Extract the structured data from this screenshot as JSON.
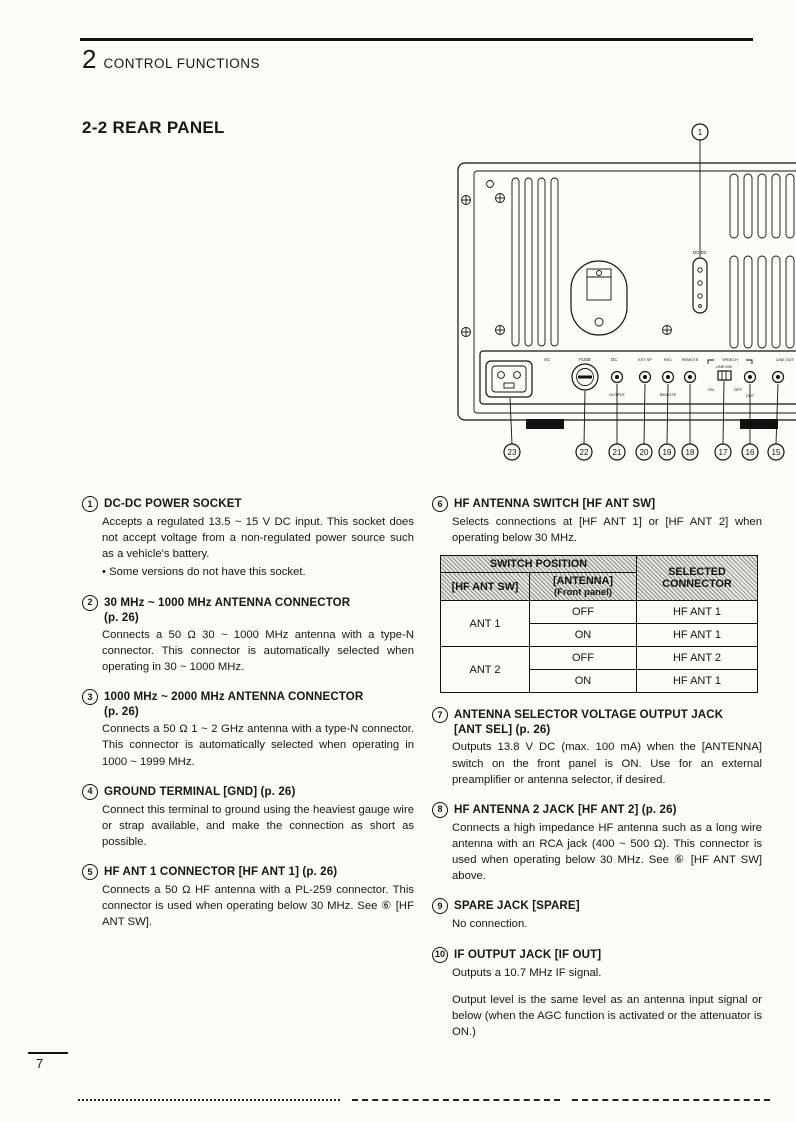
{
  "page": {
    "chapter_number": "2",
    "chapter_title": "CONTROL FUNCTIONS",
    "section_title": "2-2 REAR PANEL",
    "page_number": "7"
  },
  "diagram": {
    "top_callout": "1",
    "bottom_callouts": [
      "23",
      "22",
      "21",
      "20",
      "19",
      "18",
      "17",
      "16",
      "15"
    ],
    "labels": {
      "dc_dc": "DC DC",
      "ac": "AC",
      "fuse": "FUSE",
      "dc": "DC",
      "output": "OUTPUT",
      "ext_sp": "EXT SP",
      "rec": "REC",
      "remote_top": "REMOTE",
      "remote_bottom": "REMOTE",
      "speech": "SPEECH",
      "line_mix": "LINE MIX",
      "on": "ON",
      "off": "OFF",
      "out": "OUT",
      "line_out": "LINE OUT"
    }
  },
  "left": [
    {
      "num": "1",
      "title": "DC-DC POWER SOCKET",
      "body": "Accepts a regulated 13.5 ~ 15 V DC input. This socket does not accept voltage from a non-regulated power source such as a vehicle's battery.",
      "body2": "• Some versions do not have this socket."
    },
    {
      "num": "2",
      "title": "30 MHz ~ 1000 MHz ANTENNA CONNECTOR",
      "title2": "(p. 26)",
      "body": "Connects a 50 Ω 30 ~ 1000 MHz antenna with a type-N connector. This connector is automatically selected when operating in 30 ~ 1000 MHz."
    },
    {
      "num": "3",
      "title": "1000 MHz ~ 2000 MHz ANTENNA CONNECTOR",
      "title2": "(p. 26)",
      "body": "Connects a 50 Ω 1 ~ 2 GHz antenna with a type-N connector. This connector is automatically selected when operating in 1000 ~ 1999 MHz."
    },
    {
      "num": "4",
      "title": "GROUND TERMINAL [GND] (p. 26)",
      "body": "Connect this terminal to ground using the heaviest gauge wire or strap available, and make the connection as short as possible."
    },
    {
      "num": "5",
      "title": "HF ANT 1 CONNECTOR [HF ANT 1] (p. 26)",
      "body": "Connects a 50 Ω HF antenna with a PL-259 connector. This connector is used when operating below 30 MHz. See ⑥ [HF ANT SW]."
    }
  ],
  "right": [
    {
      "num": "6",
      "title": "HF ANTENNA SWITCH [HF ANT SW]",
      "body": "Selects connections at [HF ANT 1] or [HF ANT 2] when operating below 30 MHz."
    },
    {
      "num": "7",
      "title": "ANTENNA SELECTOR VOLTAGE OUTPUT JACK",
      "title2": "[ANT SEL] (p. 26)",
      "body": "Outputs 13.8 V DC (max. 100 mA) when the [ANTENNA] switch on the front panel is ON. Use for an external preamplifier or antenna selector, if desired."
    },
    {
      "num": "8",
      "title": "HF ANTENNA 2 JACK [HF ANT 2] (p. 26)",
      "body": "Connects a high impedance HF antenna such as a long wire antenna with an RCA jack (400 ~ 500 Ω). This connector is used when operating below 30 MHz. See ⑥ [HF ANT SW] above."
    },
    {
      "num": "9",
      "title": "SPARE JACK [SPARE]",
      "body": "No connection."
    },
    {
      "num": "10",
      "title": "IF OUTPUT JACK [IF OUT]",
      "body": "Outputs a 10.7 MHz IF signal.",
      "body2": "Output level is the same level as an antenna input signal or below (when the AGC function is activated or the attenuator is ON.)"
    }
  ],
  "table": {
    "header_group": "SWITCH POSITION",
    "col_sw": "[HF ANT SW]",
    "col_antenna_1": "[ANTENNA]",
    "col_antenna_2": "(Front panel)",
    "col_selected_1": "SELECTED",
    "col_selected_2": "CONNECTOR",
    "rows": [
      {
        "sw": "ANT 1",
        "antenna": "OFF",
        "selected": "HF ANT 1"
      },
      {
        "antenna": "ON",
        "selected": "HF ANT 1"
      },
      {
        "sw": "ANT 2",
        "antenna": "OFF",
        "selected": "HF ANT 2"
      },
      {
        "antenna": "ON",
        "selected": "HF ANT 1"
      }
    ]
  }
}
